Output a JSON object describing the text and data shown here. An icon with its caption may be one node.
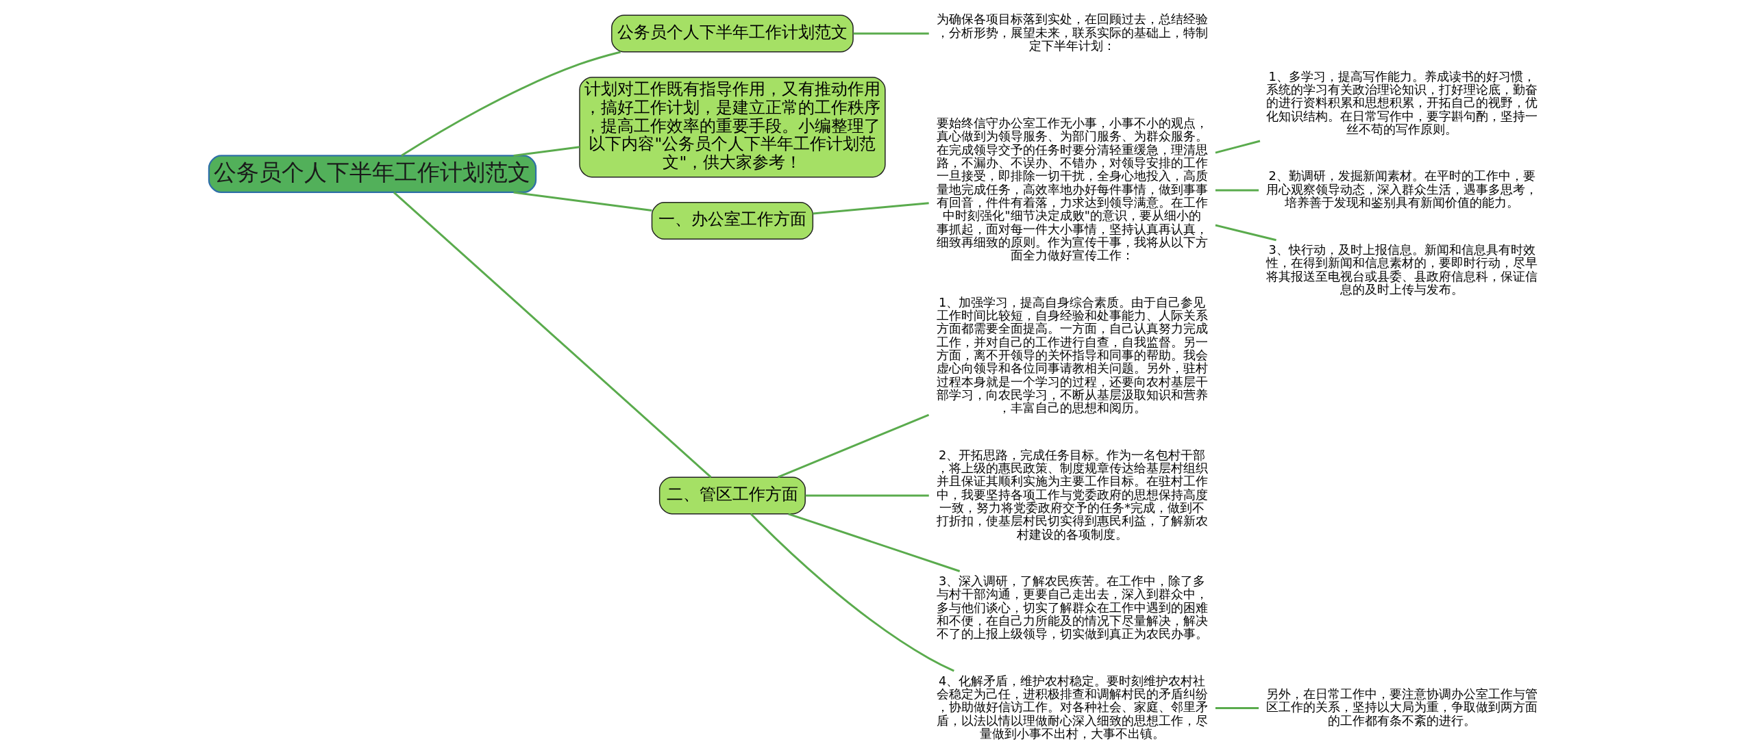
{
  "diagram": {
    "nodes": [
      {
        "text": [
          "公务员个人下半年工作计划范文"
        ]
      },
      {
        "text": [
          "公务员个人下半年工作计划范文"
        ]
      },
      {
        "text": [
          "为确保各项目标落到实处，在回顾过去，总结经验，分析形势，展望未来，联系实际的基础上，特制定下半年计划："
        ]
      },
      {
        "text": [
          "计划对工作既有指导作用，又有推动作用，搞好工作计划，是建立正常的工作秩序，提高工作效率的重要手段。小编整理了以下内容\"公务员个人下半年工作计划范文\"，供大家参考！"
        ]
      },
      {
        "text": [
          "一、办公室工作方面"
        ]
      },
      {
        "text": [
          "要始终信守办公室工作无小事，小事不小的观点，真心做到为领导服务、为部门服务、为群众服务。在完成领导交予的任务时要分清轻重缓急，理清思路，不漏办、不误办、不错办，对领导安排的工作一旦接受，即排除一切干扰，全身心地投入，高质量地完成任务，高效率地办好每件事情，做到事事有回音，件件有着落，力求达到领导满意。在工作中时刻强化\"细节决定成败\"的意识，要从细小的事抓起，面对每一件大小事情，坚持认真再认真，细致再细致的原则。作为宣传干事，我将从以下方面全力做好宣传工作："
        ]
      },
      {
        "text": [
          "1、多学习，提高写作能力。养成读书的好习惯，系统的学习有关政治理论知识，打好理论底，勤奋的进行资料积累和思想积累，开拓自己的视野，优化知识结构。在日常写作中，要字斟句酌，坚持一丝不苟的写作原则。"
        ]
      },
      {
        "text": [
          "2、勤调研，发掘新闻素材。在平时的工作中，要用心观察领导动态，深入群众生活，遇事多思考，培养善于发现和鉴别具有新闻价值的能力。"
        ]
      },
      {
        "text": [
          "3、快行动，及时上报信息。新闻和信息具有时效性，在得到新闻和信息素材的，要即时行动，尽早将其报送至电视台或县委、县政府信息科，保证信息的及时上传与发布。"
        ]
      },
      {
        "text": [
          "二、管区工作方面"
        ]
      },
      {
        "text": [
          "1、加强学习，提高自身综合素质。由于自己参见工作时间比较短，自身经验和处事能力、人际关系方面都需要全面提高。一方面，自己认真努力完成工作，并对自己的工作进行自查，自我监督。另一方面，离不开领导的关怀指导和同事的帮助。我会虚心向领导和各位同事请教相关问题。另外，驻村过程本身就是一个学习的过程，还要向农村基层干部学习，向农民学习，不断从基层汲取知识和营养，丰富自己的思想和阅历。"
        ]
      },
      {
        "text": [
          "2、开拓思路，完成任务目标。作为一名包村干部，将上级的惠民政策、制度规章传达给基层村组织并且保证其顺利实施为主要工作目标。在驻村工作中，我要坚持各项工作与党委政府的思想保持高度一致，努力将党委政府交予的任务*完成，做到不打折扣，使基层村民切实得到惠民利益，了解新农村建设的各项制度。"
        ]
      },
      {
        "text": [
          "3、深入调研，了解农民疾苦。在工作中，除了多与村干部沟通，更要自己走出去，深入到群众中，多与他们谈心，切实了解群众在工作中遇到的困难和不便，在自己力所能及的情况下尽量解决，解决不了的上报上级领导，切实做到真正为农民办事。"
        ]
      },
      {
        "text": [
          "4、化解矛盾，维护农村稳定。要时刻维护农村社会稳定为己任，进积极排查和调解村民的矛盾纠纷，协助做好信访工作。对各种社会、家庭、邻里矛盾，以法以情以理做耐心深入细致的思想工作，尽量做到小事不出村，大事不出镇。"
        ]
      },
      {
        "text": [
          "另外，在日常工作中，要注意协调办公室工作与管区工作的关系，坚持以大局为重，争取做到两方面的工作都有条不紊的进行。"
        ]
      }
    ],
    "edges": [
      {
        "from": 0,
        "to": 1,
        "arrow": "none"
      },
      {
        "from": 1,
        "to": 2,
        "arrow": "none"
      },
      {
        "from": 0,
        "to": 3,
        "arrow": "none"
      },
      {
        "from": 0,
        "to": 4,
        "arrow": "none"
      },
      {
        "from": 4,
        "to": 5,
        "arrow": "none"
      },
      {
        "from": 5,
        "to": 6,
        "arrow": "none"
      },
      {
        "from": 5,
        "to": 7,
        "arrow": "none"
      },
      {
        "from": 5,
        "to": 8,
        "arrow": "none"
      },
      {
        "from": 0,
        "to": 9,
        "arrow": "none"
      },
      {
        "from": 9,
        "to": 10,
        "arrow": "none"
      },
      {
        "from": 9,
        "to": 11,
        "arrow": "none"
      },
      {
        "from": 9,
        "to": 12,
        "arrow": "none"
      },
      {
        "from": 9,
        "to": 13,
        "arrow": "none"
      },
      {
        "from": 13,
        "to": 14,
        "arrow": "none"
      }
    ]
  }
}
